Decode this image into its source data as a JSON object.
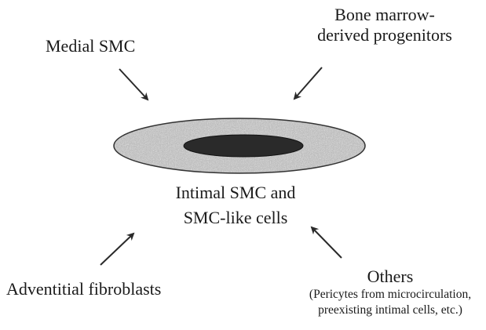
{
  "nodes": {
    "medial_smc": "Medial SMC",
    "bone_marrow_line1": "Bone marrow-",
    "bone_marrow_line2": "derived progenitors",
    "intimal_line1": "Intimal SMC and",
    "intimal_line2": "SMC-like cells",
    "adventitial": "Adventitial fibroblasts",
    "others": "Others",
    "others_detail_line1": "(Pericytes from microcirculation,",
    "others_detail_line2": "preexisting intimal cells, etc.)"
  },
  "colors": {
    "outer_ellipse": "#b8b8b8",
    "inner_ellipse": "#2a2a2a",
    "arrow": "#2a2a2a"
  }
}
